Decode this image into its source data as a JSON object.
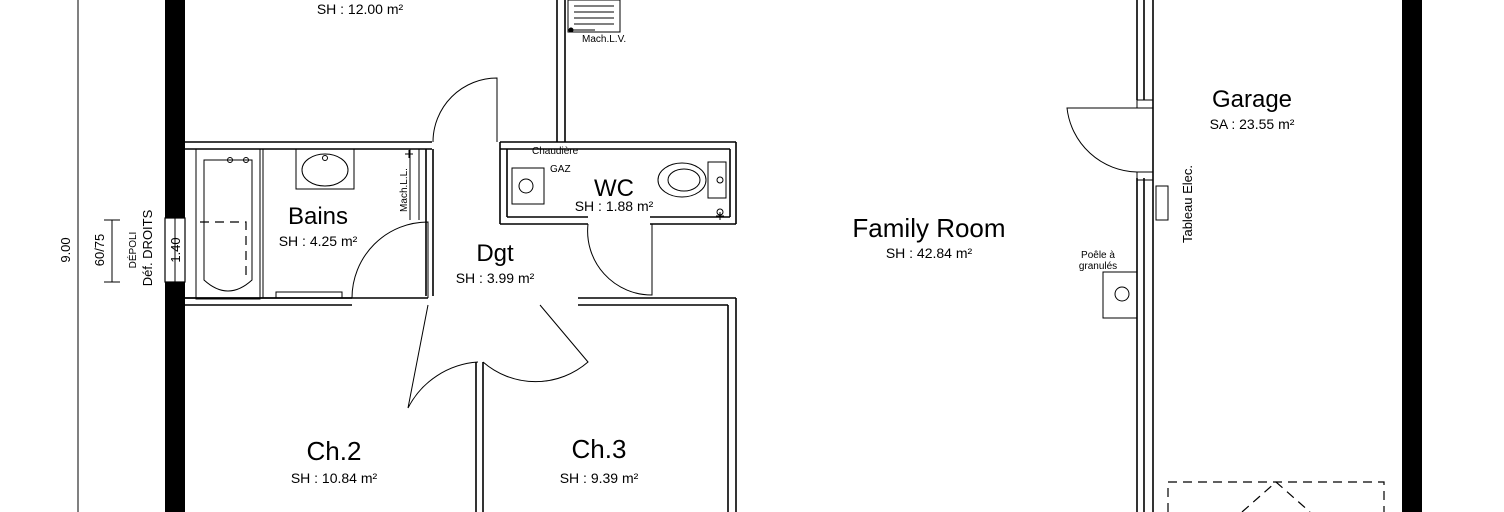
{
  "rooms": {
    "top": {
      "area": "SH : 12.00 m²"
    },
    "bains": {
      "name": "Bains",
      "area": "SH : 4.25 m²"
    },
    "wc": {
      "name": "WC",
      "area": "SH : 1.88 m²"
    },
    "dgt": {
      "name": "Dgt",
      "area": "SH : 3.99 m²"
    },
    "family": {
      "name": "Family Room",
      "area": "SH : 42.84 m²"
    },
    "garage": {
      "name": "Garage",
      "area": "SA : 23.55 m²"
    },
    "ch2": {
      "name": "Ch.2",
      "area": "SH : 10.84 m²"
    },
    "ch3": {
      "name": "Ch.3",
      "area": "SH : 9.39 m²"
    }
  },
  "annotations": {
    "mach_lv": "Mach.L.V.",
    "mach_ll": "Mach.L.L.",
    "chaudiere": "Chaudière",
    "gaz": "GAZ",
    "poele_1": "Poêle à",
    "poele_2": "granulés",
    "tableau": "Tableau Elec."
  },
  "dimensions": {
    "overall_height": "9.00",
    "window_size": "60/75",
    "depoli": "DÉPOLI",
    "def_droits": "Déf. DROITS",
    "window_height": "1.40"
  }
}
